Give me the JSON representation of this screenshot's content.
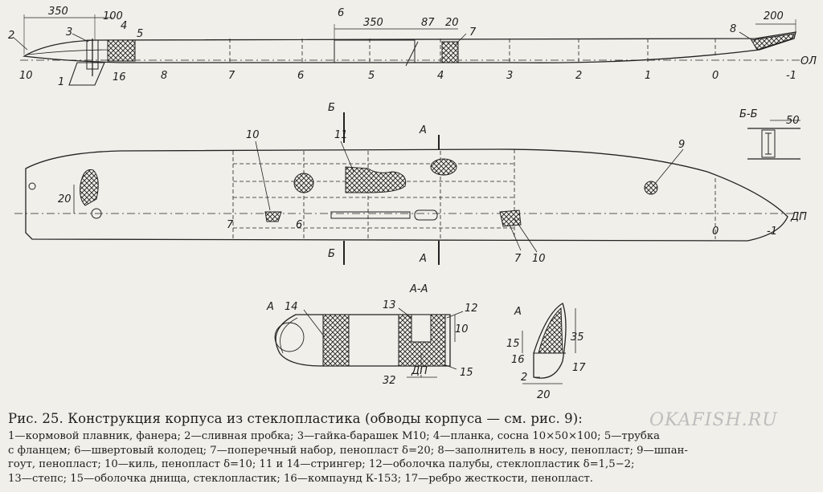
{
  "figure": {
    "caption_title": "Рис. 25. Конструкция корпуса из стеклопластика (обводы корпуса — см. рис. 9):",
    "legend_lines": [
      "1—кормовой плавник, фанера; 2—сливная пробка; 3—гайка-барашек М10; 4—планка, сосна 10×50×100; 5—трубка",
      "с фланцем; 6—швертовый колодец; 7—поперечный набор, пенопласт δ=20; 8—заполнитель в носу, пенопласт; 9—шпан-",
      "гоут, пенопласт; 10—киль, пенопласт δ=10; 11 и 14—стрингер; 12—оболочка палубы, стеклопластик δ=1,5−2;",
      "13—степс; 15—оболочка днища, стеклопластик; 16—компаунд К-153; 17—ребро жесткости, пенопласт."
    ],
    "watermark": "OKAFISH.RU"
  },
  "side_view": {
    "dimensions": [
      "350",
      "100",
      "350",
      "87",
      "20",
      "200"
    ],
    "stations": [
      "10",
      "8",
      "7",
      "6",
      "5",
      "4",
      "3",
      "2",
      "1",
      "0",
      "-1"
    ],
    "waterline": "ОЛ",
    "callouts": [
      "2",
      "3",
      "4",
      "5",
      "6",
      "7",
      "8",
      "1",
      "16"
    ]
  },
  "plan_view": {
    "section_marks": [
      "Б",
      "Б",
      "А",
      "А"
    ],
    "stations": [
      "7",
      "6",
      "0",
      "-1"
    ],
    "baseline": "ДП",
    "dimension": "20",
    "callouts": [
      "10",
      "11",
      "9",
      "7",
      "10"
    ]
  },
  "section_bb": {
    "title": "Б-Б",
    "dimension": "50"
  },
  "section_aa": {
    "title": "А-А",
    "detail_mark": "А",
    "callouts": [
      "14",
      "13",
      "12",
      "15"
    ],
    "dimensions": [
      "10",
      "32"
    ],
    "baseline": "ДП"
  },
  "detail_a": {
    "title": "А",
    "dimensions": [
      "15",
      "35",
      "2",
      "20"
    ],
    "callouts": [
      "16",
      "17"
    ]
  }
}
